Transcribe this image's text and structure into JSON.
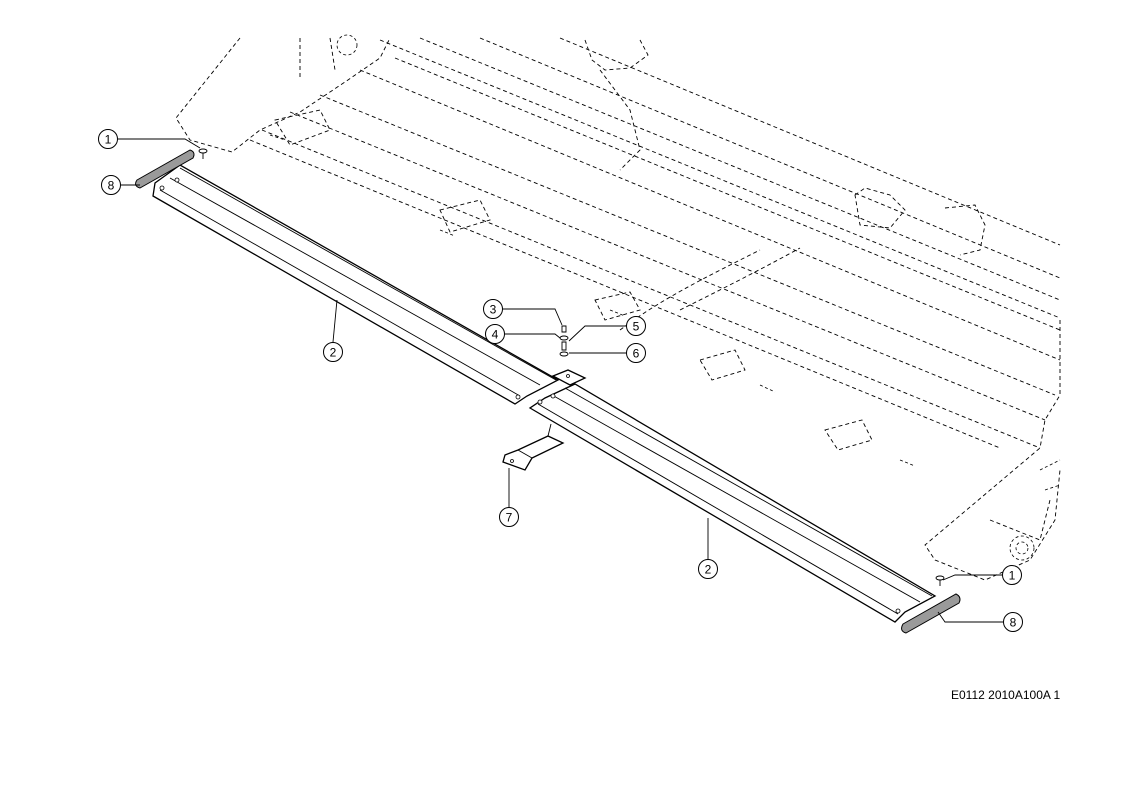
{
  "diagram": {
    "drawing_id": "E0112 2010A100A 1",
    "callouts": [
      {
        "id": "callout-1-left",
        "label": "1"
      },
      {
        "id": "callout-8-left",
        "label": "8"
      },
      {
        "id": "callout-2-left",
        "label": "2"
      },
      {
        "id": "callout-3",
        "label": "3"
      },
      {
        "id": "callout-4",
        "label": "4"
      },
      {
        "id": "callout-5",
        "label": "5"
      },
      {
        "id": "callout-6",
        "label": "6"
      },
      {
        "id": "callout-7",
        "label": "7"
      },
      {
        "id": "callout-2-right",
        "label": "2"
      },
      {
        "id": "callout-1-right",
        "label": "1"
      },
      {
        "id": "callout-8-right",
        "label": "8"
      }
    ]
  }
}
